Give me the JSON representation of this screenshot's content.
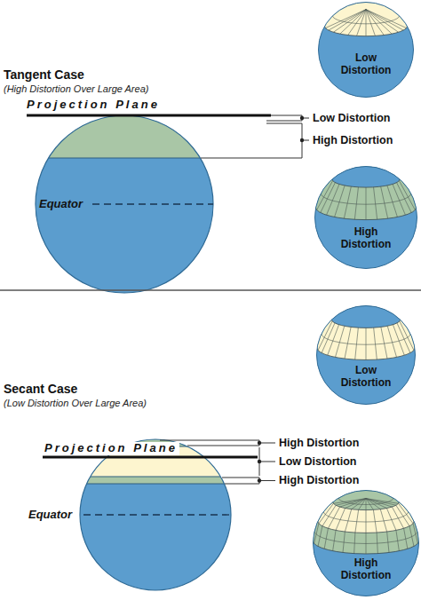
{
  "diagram": {
    "nodes": [
      {
        "text": [
          "Low Distortion"
        ]
      },
      {
        "text": [
          "High Distortion"
        ]
      },
      {
        "text": [
          "Low Distortion"
        ]
      },
      {
        "text": [
          "High Distortion"
        ]
      }
    ],
    "labels": [
      "Tangent Case",
      "(High Distortion Over Large Area)",
      "Projection Plane",
      "Low Distortion",
      "High Distortion",
      "Equator",
      "Secant Case",
      "(Low Distortion Over Large Area)",
      "High Distortion",
      "Projection Plane",
      "Low Distortion",
      "High Distortion",
      "Equator"
    ]
  }
}
